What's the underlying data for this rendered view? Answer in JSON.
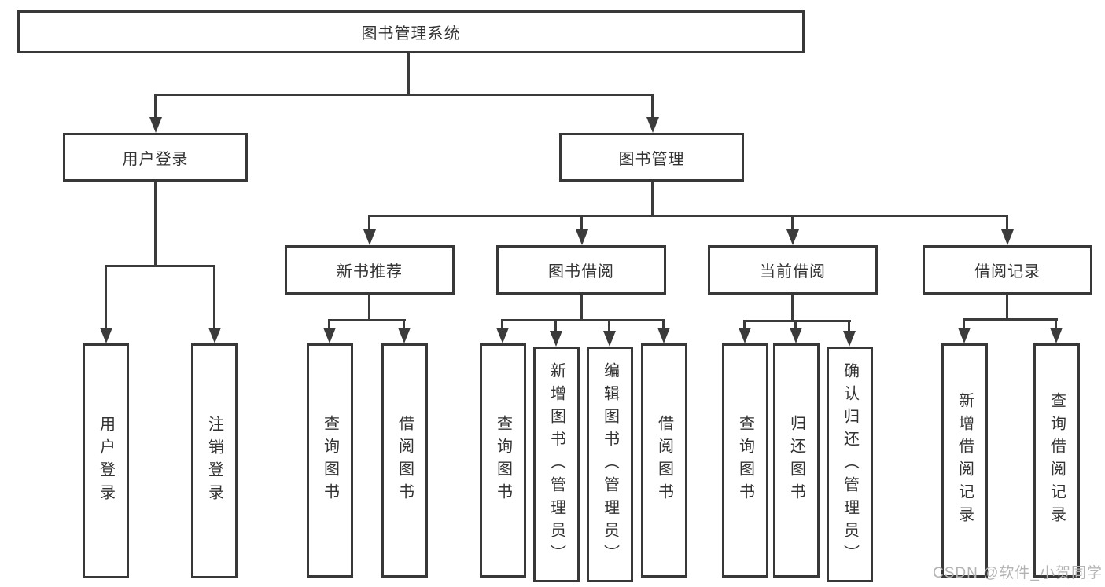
{
  "tree": {
    "label": "图书管理系统",
    "children": [
      {
        "label": "用户登录",
        "children": [
          {
            "label": "用户登录"
          },
          {
            "label": "注销登录"
          }
        ]
      },
      {
        "label": "图书管理",
        "children": [
          {
            "label": "新书推荐",
            "children": [
              {
                "label": "查询图书"
              },
              {
                "label": "借阅图书"
              }
            ]
          },
          {
            "label": "图书借阅",
            "children": [
              {
                "label": "查询图书"
              },
              {
                "label": "新增图书（管理员）"
              },
              {
                "label": "编辑图书（管理员）"
              },
              {
                "label": "借阅图书"
              }
            ]
          },
          {
            "label": "当前借阅",
            "children": [
              {
                "label": "查询图书"
              },
              {
                "label": "归还图书"
              },
              {
                "label": "确认归还（管理员）"
              }
            ]
          },
          {
            "label": "借阅记录",
            "children": [
              {
                "label": "新增借阅记录"
              },
              {
                "label": "查询借阅记录"
              }
            ]
          }
        ]
      }
    ]
  },
  "watermark": {
    "text": "CSDN @软件_小贺同学"
  },
  "colors": {
    "line": "#3b3b3b",
    "box_border": "#383838",
    "text": "#333333",
    "watermark": "#b3b3b3",
    "background": "#ffffff"
  }
}
